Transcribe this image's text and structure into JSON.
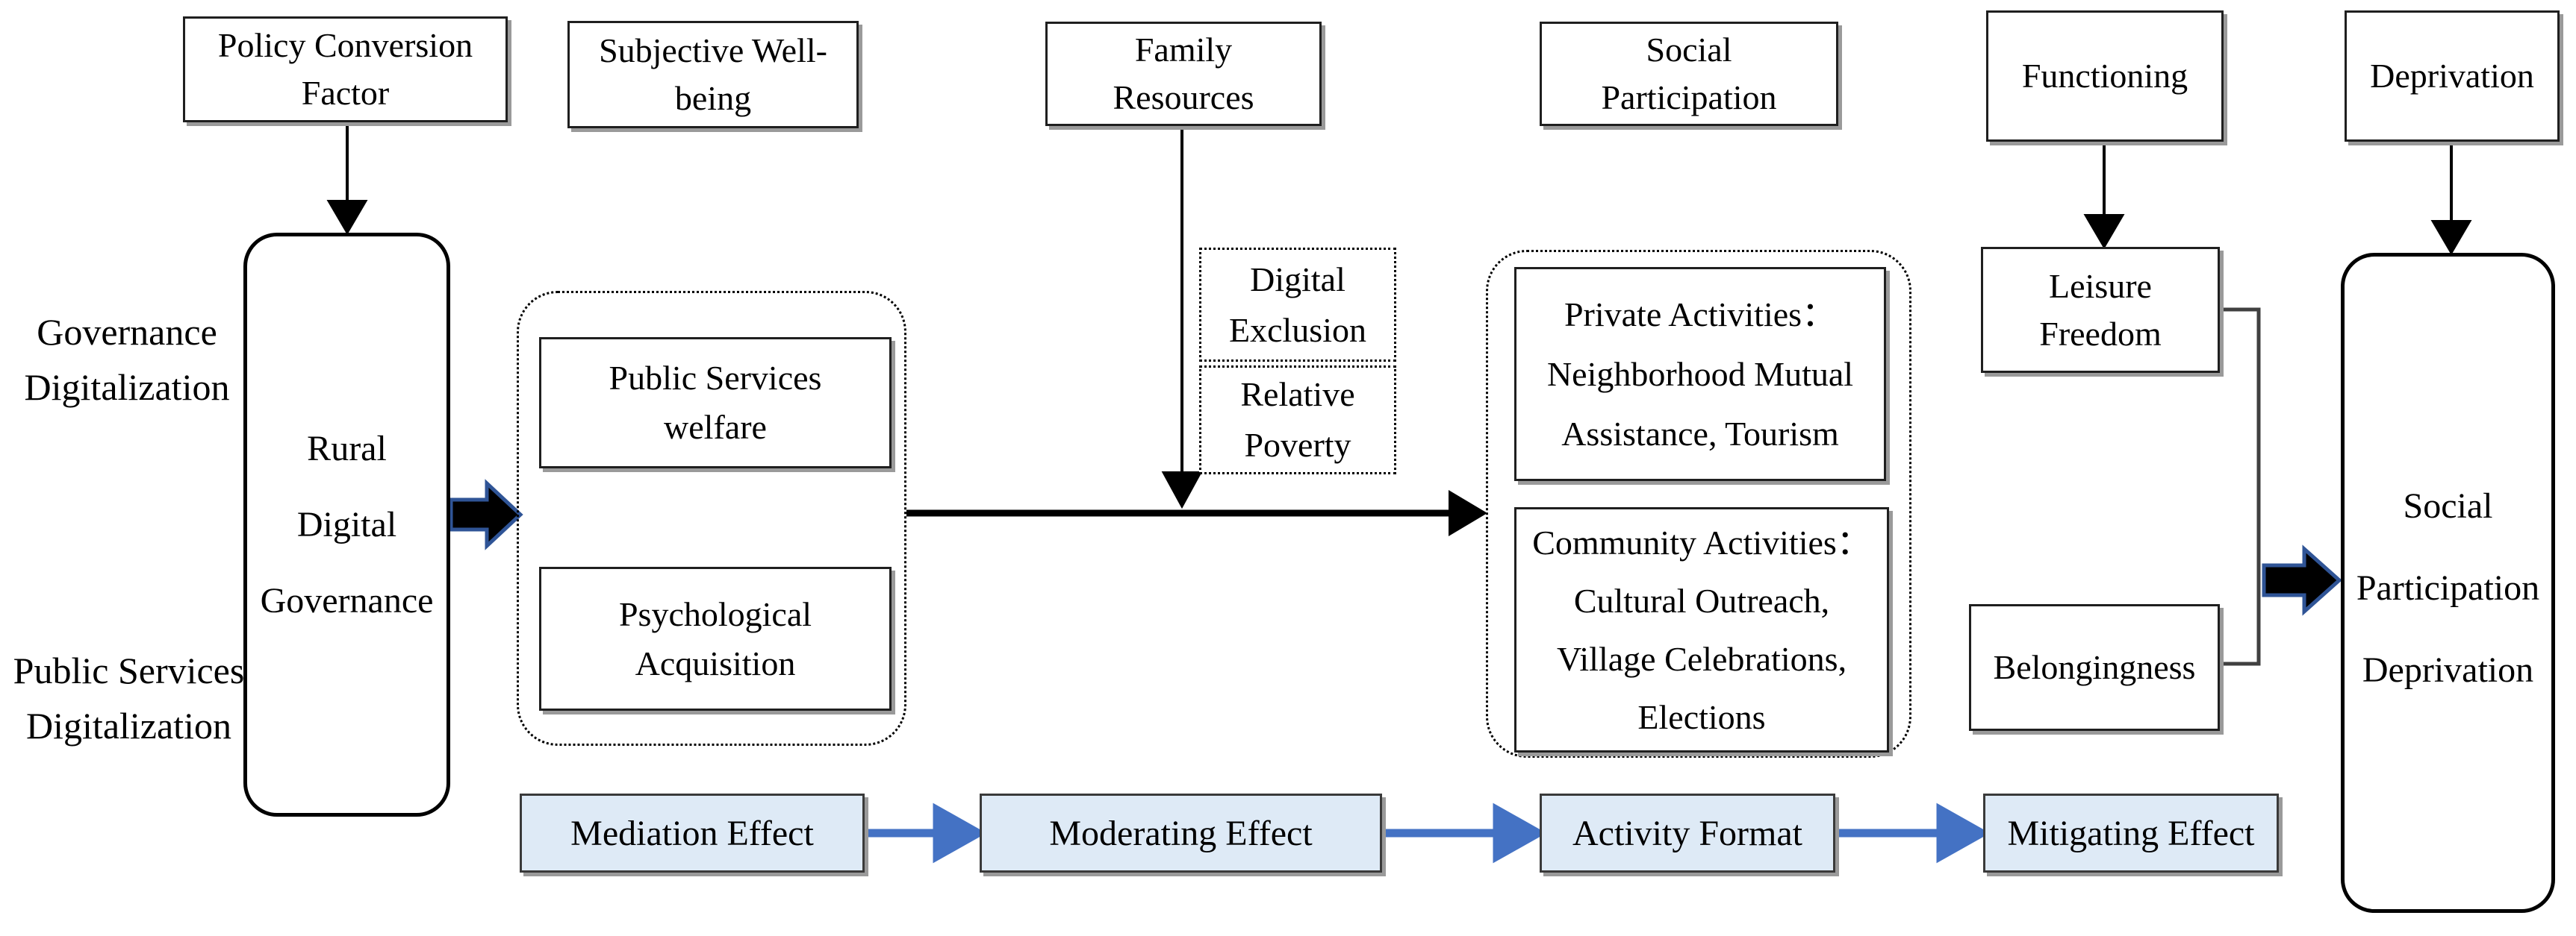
{
  "colors": {
    "accent_blue": "#4472C4",
    "accent_blue_light": "#8FAADC",
    "effect_box_fill": "#DEEAF6",
    "block_arrow_fill": "#000000",
    "block_arrow_outline": "#2F5496",
    "box_border": "#1F1F1F",
    "shadow_gray": "#9A9A9A"
  },
  "top_boxes": {
    "policy_conversion": {
      "lines": [
        "Policy Conversion",
        "Factor"
      ]
    },
    "subjective_wellbeing": {
      "lines": [
        "Subjective Well-",
        "being"
      ]
    },
    "family_resources": {
      "lines": [
        "Family",
        "Resources"
      ]
    },
    "social_participation": {
      "lines": [
        "Social",
        "Participation"
      ]
    },
    "functioning": {
      "lines": [
        "Functioning"
      ]
    },
    "deprivation": {
      "lines": [
        "Deprivation"
      ]
    }
  },
  "left_labels": {
    "governance_digitalization": {
      "lines": [
        "Governance",
        "Digitalization"
      ]
    },
    "public_services_digitalization": {
      "lines": [
        "Public Services",
        "Digitalization"
      ]
    }
  },
  "main_nodes": {
    "rural_digital_governance": {
      "lines": [
        "Rural",
        "Digital",
        "Governance"
      ]
    },
    "social_participation_deprivation": {
      "lines": [
        "Social",
        "Participation",
        "Deprivation"
      ]
    }
  },
  "mediation_group": {
    "public_services_welfare": {
      "lines": [
        "Public Services",
        "welfare"
      ]
    },
    "psychological_acquisition": {
      "lines": [
        "Psychological",
        "Acquisition"
      ]
    }
  },
  "moderation_boxes": {
    "digital_exclusion": {
      "lines": [
        "Digital",
        "Exclusion"
      ]
    },
    "relative_poverty": {
      "lines": [
        "Relative",
        "Poverty"
      ]
    }
  },
  "activities_group": {
    "private_activities": {
      "lines": [
        "Private Activities：",
        "Neighborhood Mutual",
        "Assistance, Tourism"
      ]
    },
    "community_activities": {
      "lines": [
        "Community Activities：",
        "Cultural Outreach,",
        "Village Celebrations,",
        "Elections"
      ]
    }
  },
  "outcome_boxes": {
    "leisure_freedom": {
      "lines": [
        "Leisure",
        "Freedom"
      ]
    },
    "belongingness": {
      "lines": [
        "Belongingness"
      ]
    }
  },
  "effect_legend": {
    "mediation": "Mediation Effect",
    "moderating": "Moderating Effect",
    "activity_format": "Activity Format",
    "mitigating": "Mitigating Effect"
  }
}
